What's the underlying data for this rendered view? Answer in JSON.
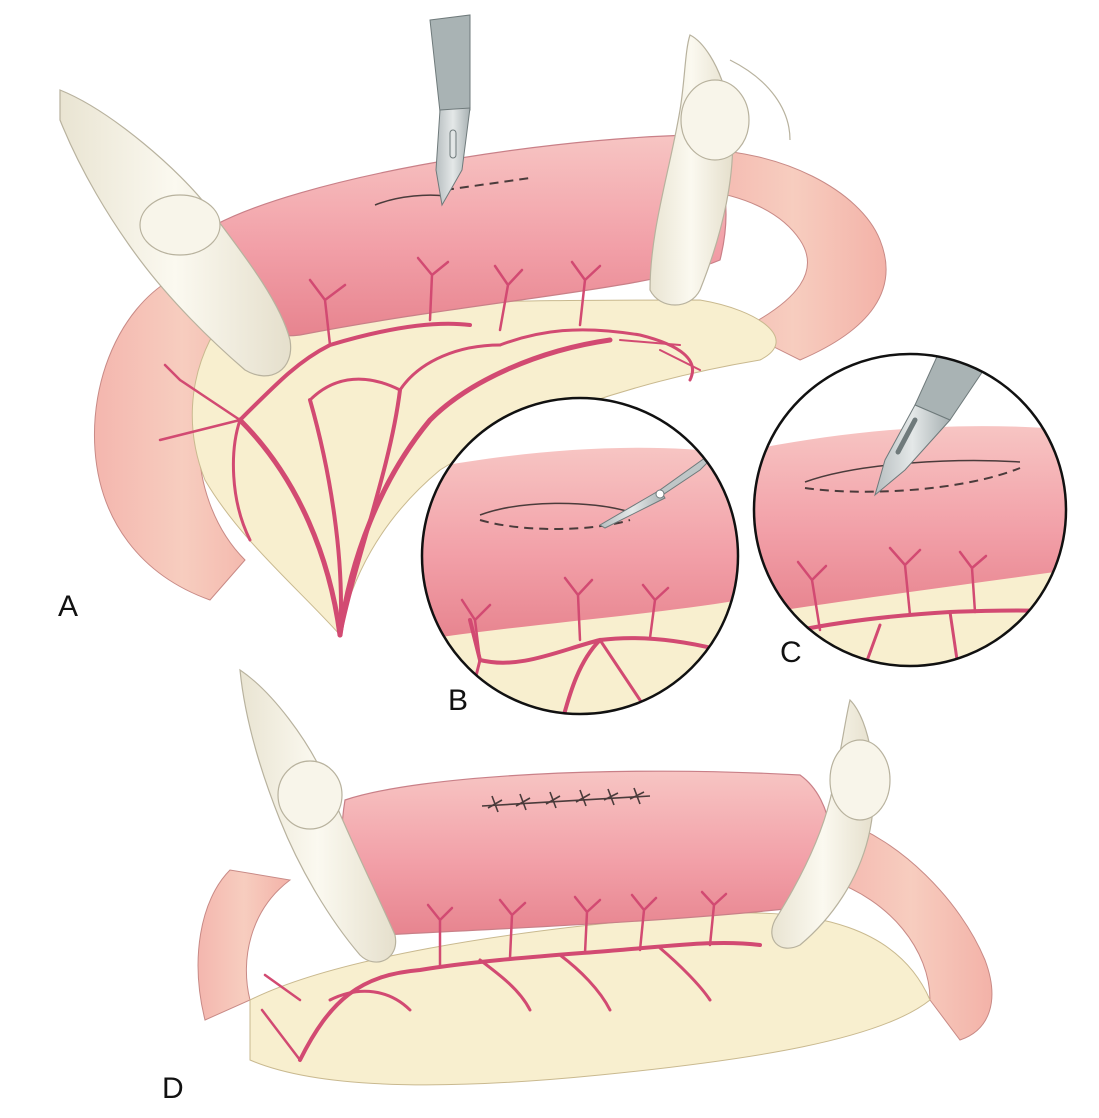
{
  "figure": {
    "panels": [
      {
        "id": "A",
        "label": "A"
      },
      {
        "id": "B",
        "label": "B"
      },
      {
        "id": "C",
        "label": "C"
      },
      {
        "id": "D",
        "label": "D"
      }
    ]
  },
  "colors": {
    "background": "#ffffff",
    "bowel_wall": "#f2a9ad",
    "bowel_shadow": "#e48a92",
    "mesentery": "#f8f0cf",
    "vessel": "#d24a72",
    "glove": "#f4f1e4",
    "glove_shadow": "#d9d4c2",
    "scalpel_blade": "#c9ced0",
    "scalpel_handle": "#aab5b6",
    "outline": "#4a3b3b"
  }
}
